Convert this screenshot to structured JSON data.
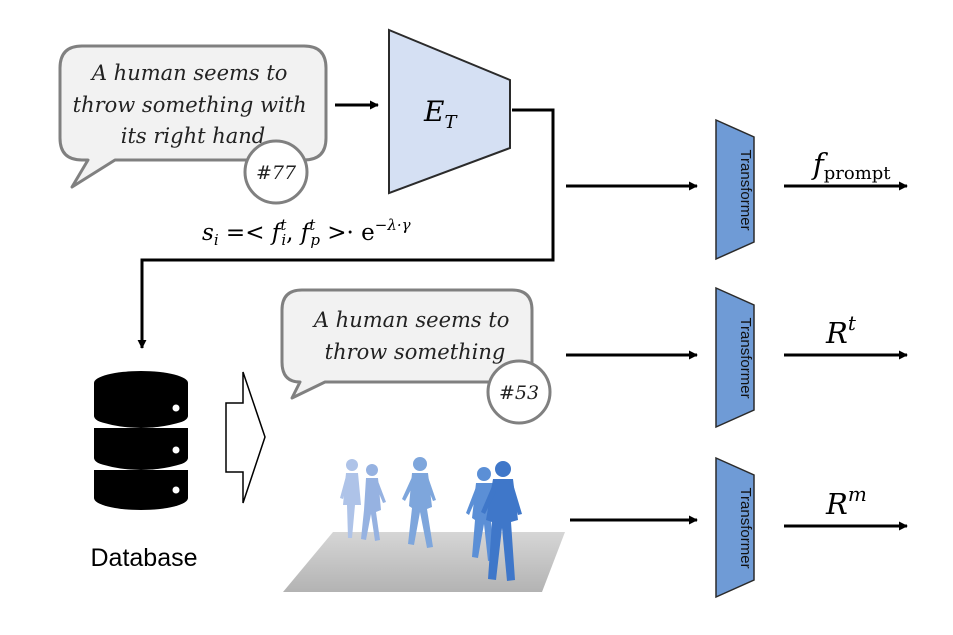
{
  "bubbles": {
    "top": {
      "lines": [
        "A human seems to",
        "throw something with",
        "its right hand"
      ],
      "tag": "#77"
    },
    "middle": {
      "lines": [
        "A human seems to",
        "throw something"
      ],
      "tag": "#53"
    }
  },
  "encoder": {
    "main": "E",
    "sub": "T"
  },
  "formula": {
    "s": "s",
    "s_sub": "i",
    "eq": " =< ",
    "f1": "f",
    "f1_sub": "i",
    "f1_sup": "t",
    "comma": ", ",
    "f2": "f",
    "f2_sub": "p",
    "f2_sup": "t",
    "tail": " >· e",
    "exp": "−λ·γ"
  },
  "database": {
    "label": "Database"
  },
  "transformers": [
    {
      "label": "Transformer"
    },
    {
      "label": "Transformer"
    },
    {
      "label": "Transformer"
    }
  ],
  "outputs": [
    {
      "main": "f",
      "sub": "prompt",
      "sup": ""
    },
    {
      "main": "R",
      "sub": "",
      "sup": "t"
    },
    {
      "main": "R",
      "sub": "",
      "sup": "m"
    }
  ],
  "colors": {
    "encoder_fill": "#d5e0f3",
    "transformer_fill": "#6f9bd6",
    "bubble_fill": "#f2f2f2",
    "bubble_stroke": "#808080",
    "human_light": "#a9bfe6",
    "human_mid": "#7ea6dc",
    "human_dark": "#4d82cf",
    "floor": "#c8c8c8"
  }
}
